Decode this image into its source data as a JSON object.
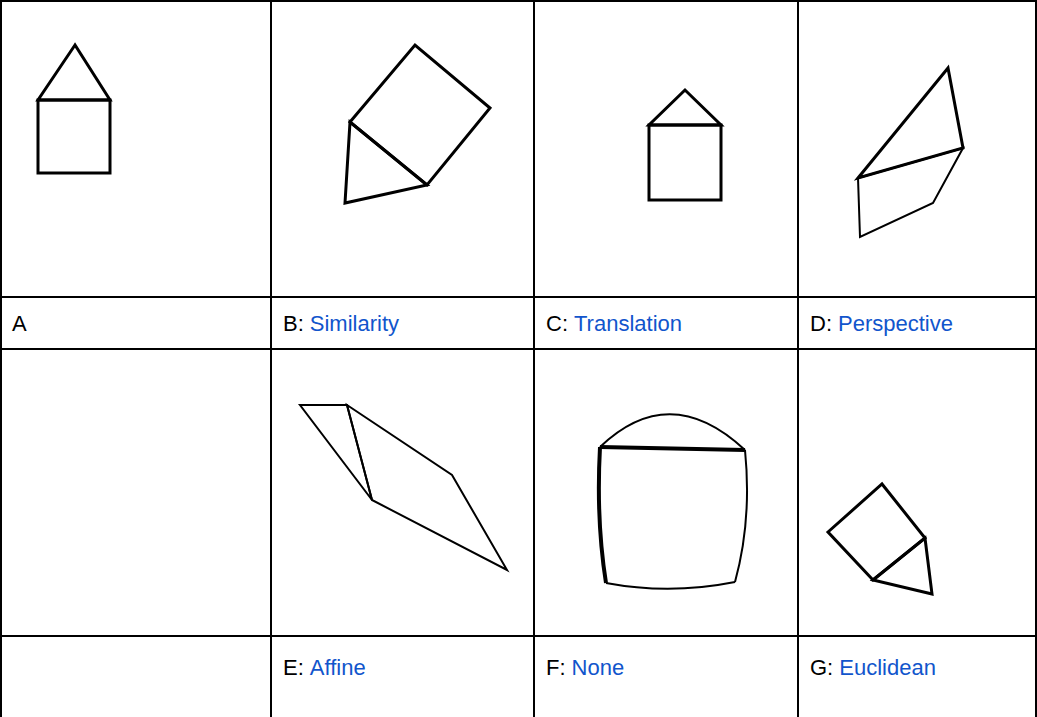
{
  "diagram": {
    "labels": [
      "A",
      "B:",
      "Similarity",
      "C:",
      "Translation",
      "D:",
      "Perspective",
      "E:",
      "Affine",
      "F:",
      "None",
      "G:",
      "Euclidean"
    ]
  }
}
